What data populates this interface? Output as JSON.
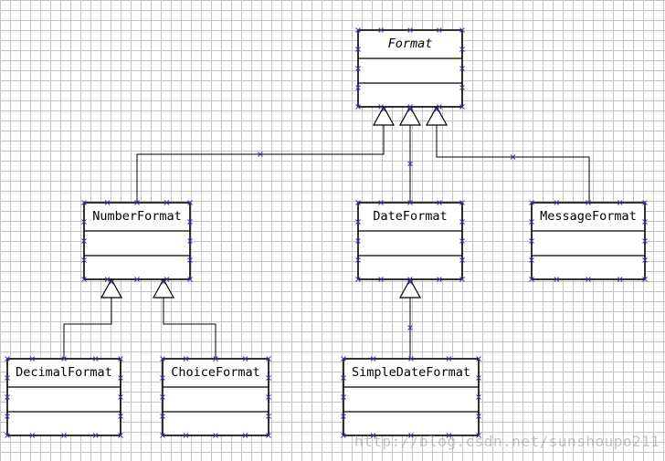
{
  "diagram": {
    "classes": [
      {
        "id": "format",
        "name": "Format",
        "abstract": true
      },
      {
        "id": "numberformat",
        "name": "NumberFormat"
      },
      {
        "id": "dateformat",
        "name": "DateFormat"
      },
      {
        "id": "messageformat",
        "name": "MessageFormat"
      },
      {
        "id": "decimalformat",
        "name": "DecimalFormat"
      },
      {
        "id": "choiceformat",
        "name": "ChoiceFormat"
      },
      {
        "id": "simpledateformat",
        "name": "SimpleDateFormat"
      }
    ],
    "generalizations": [
      {
        "child": "numberformat",
        "parent": "format"
      },
      {
        "child": "dateformat",
        "parent": "format"
      },
      {
        "child": "messageformat",
        "parent": "format"
      },
      {
        "child": "decimalformat",
        "parent": "numberformat"
      },
      {
        "child": "choiceformat",
        "parent": "numberformat"
      },
      {
        "child": "simpledateformat",
        "parent": "dateformat"
      }
    ],
    "colors": {
      "line": "#000000",
      "grid": "#c4c4c4",
      "handle": "#3a3aa0"
    }
  },
  "watermark": "http://blog.csdn.net/sunshoupo211"
}
